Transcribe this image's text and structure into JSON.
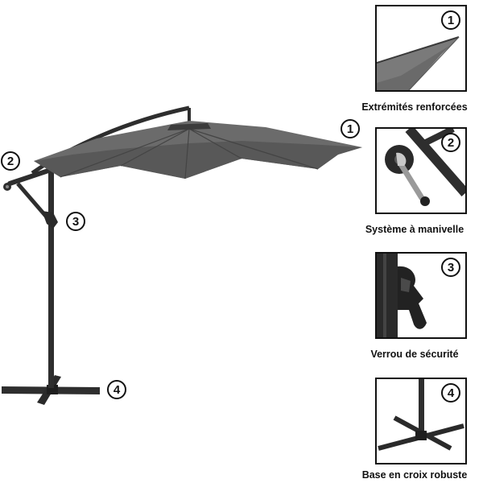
{
  "callouts": {
    "c1": "1",
    "c2": "2",
    "c3": "3",
    "c4": "4"
  },
  "features": [
    {
      "number": "1",
      "label": "Extrémités renforcées"
    },
    {
      "number": "2",
      "label": "Système à manivelle"
    },
    {
      "number": "3",
      "label": "Verrou de sécurité"
    },
    {
      "number": "4",
      "label": "Base en croix robuste"
    }
  ],
  "colors": {
    "canopy": "#6b6b6b",
    "canopy_dark": "#4f4f4f",
    "frame": "#2e2e2e",
    "outline": "#111111"
  }
}
